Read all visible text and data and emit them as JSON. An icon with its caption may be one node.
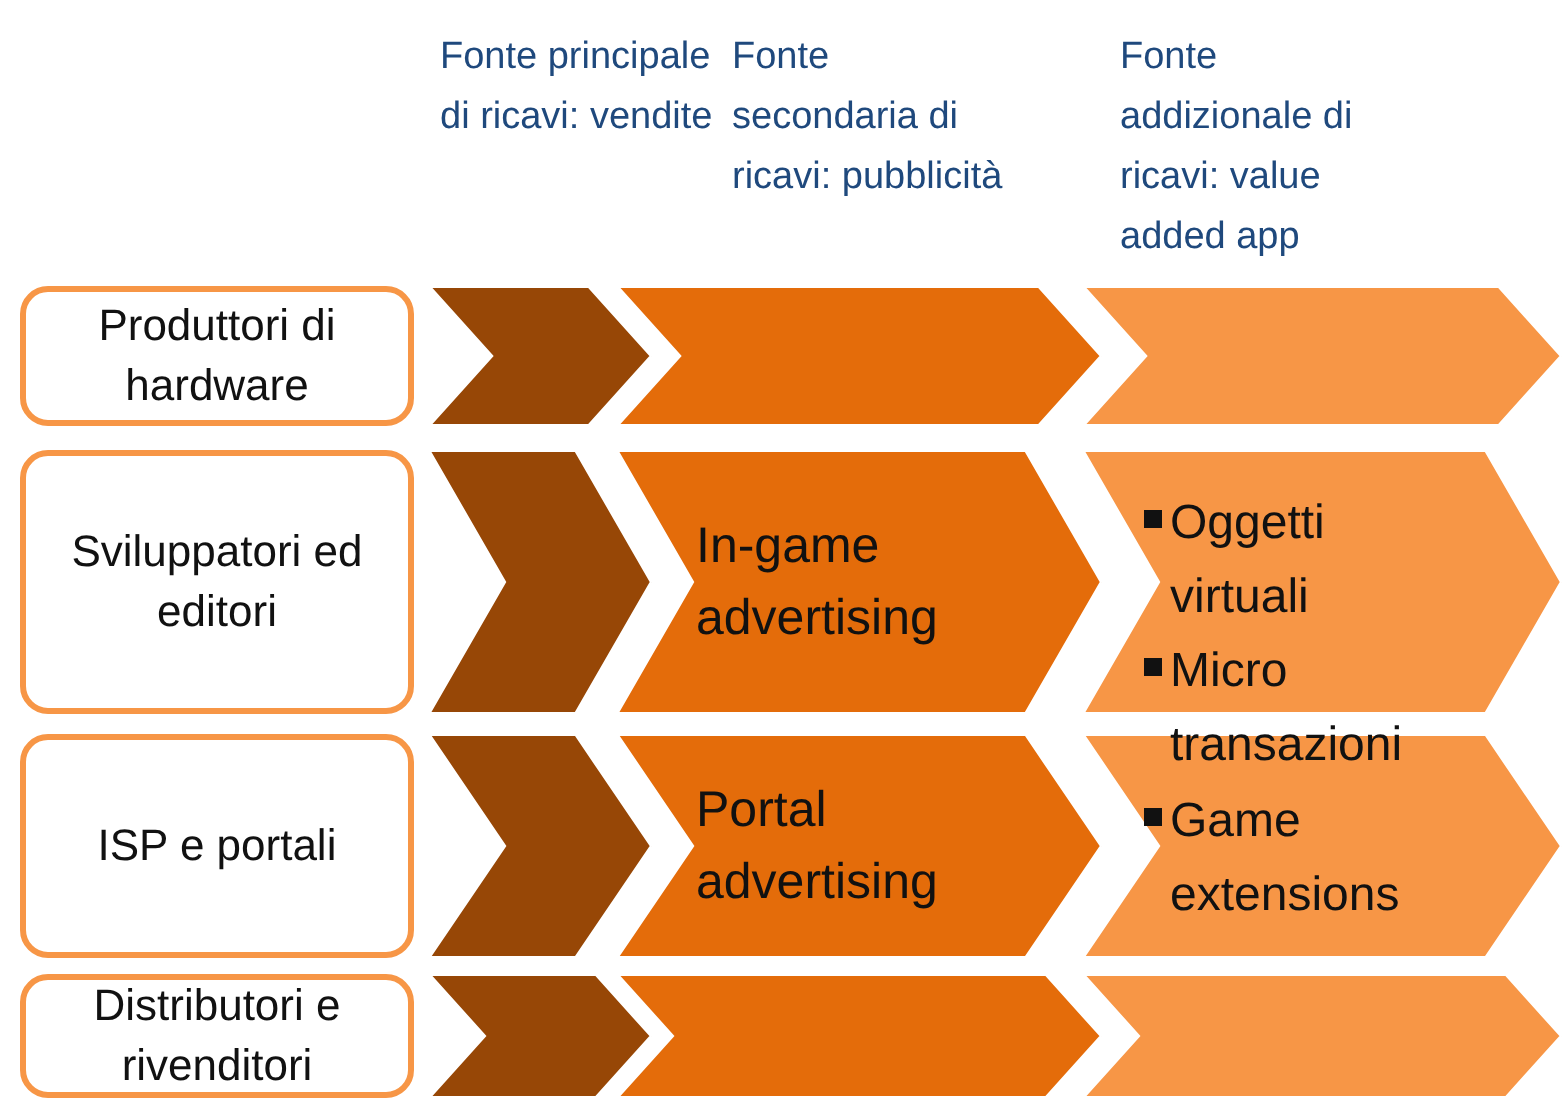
{
  "diagram": {
    "nodes": [
      {
        "text": [
          "Produttori di hardware"
        ]
      },
      {
        "text": [],
        "shape": "chevron"
      },
      {
        "text": [],
        "shape": "chevron"
      },
      {
        "text": [],
        "shape": "chevron"
      },
      {
        "text": [
          "Sviluppatori ed editori"
        ]
      },
      {
        "text": [],
        "shape": "chevron"
      },
      {
        "text": [
          "In-game advertising"
        ]
      },
      {
        "text": [],
        "shape": "chevron"
      },
      {
        "text": [
          "ISP e portali"
        ]
      },
      {
        "text": [],
        "shape": "chevron"
      },
      {
        "text": [
          "Portal advertising"
        ]
      },
      {
        "text": [],
        "shape": "chevron"
      },
      {
        "text": [
          "Distributori e rivenditori"
        ]
      },
      {
        "text": [],
        "shape": "chevron"
      },
      {
        "text": [],
        "shape": "chevron"
      },
      {
        "text": [],
        "shape": "chevron"
      }
    ],
    "edges": [],
    "labels": [
      "Fonte principale di ricavi: vendite",
      "Fonte secondaria di ricavi: pubblicità",
      "Fonte addizionale di ricavi: value added app",
      "Oggetti virtuali",
      "Micro transazioni",
      "Game extensions"
    ]
  }
}
